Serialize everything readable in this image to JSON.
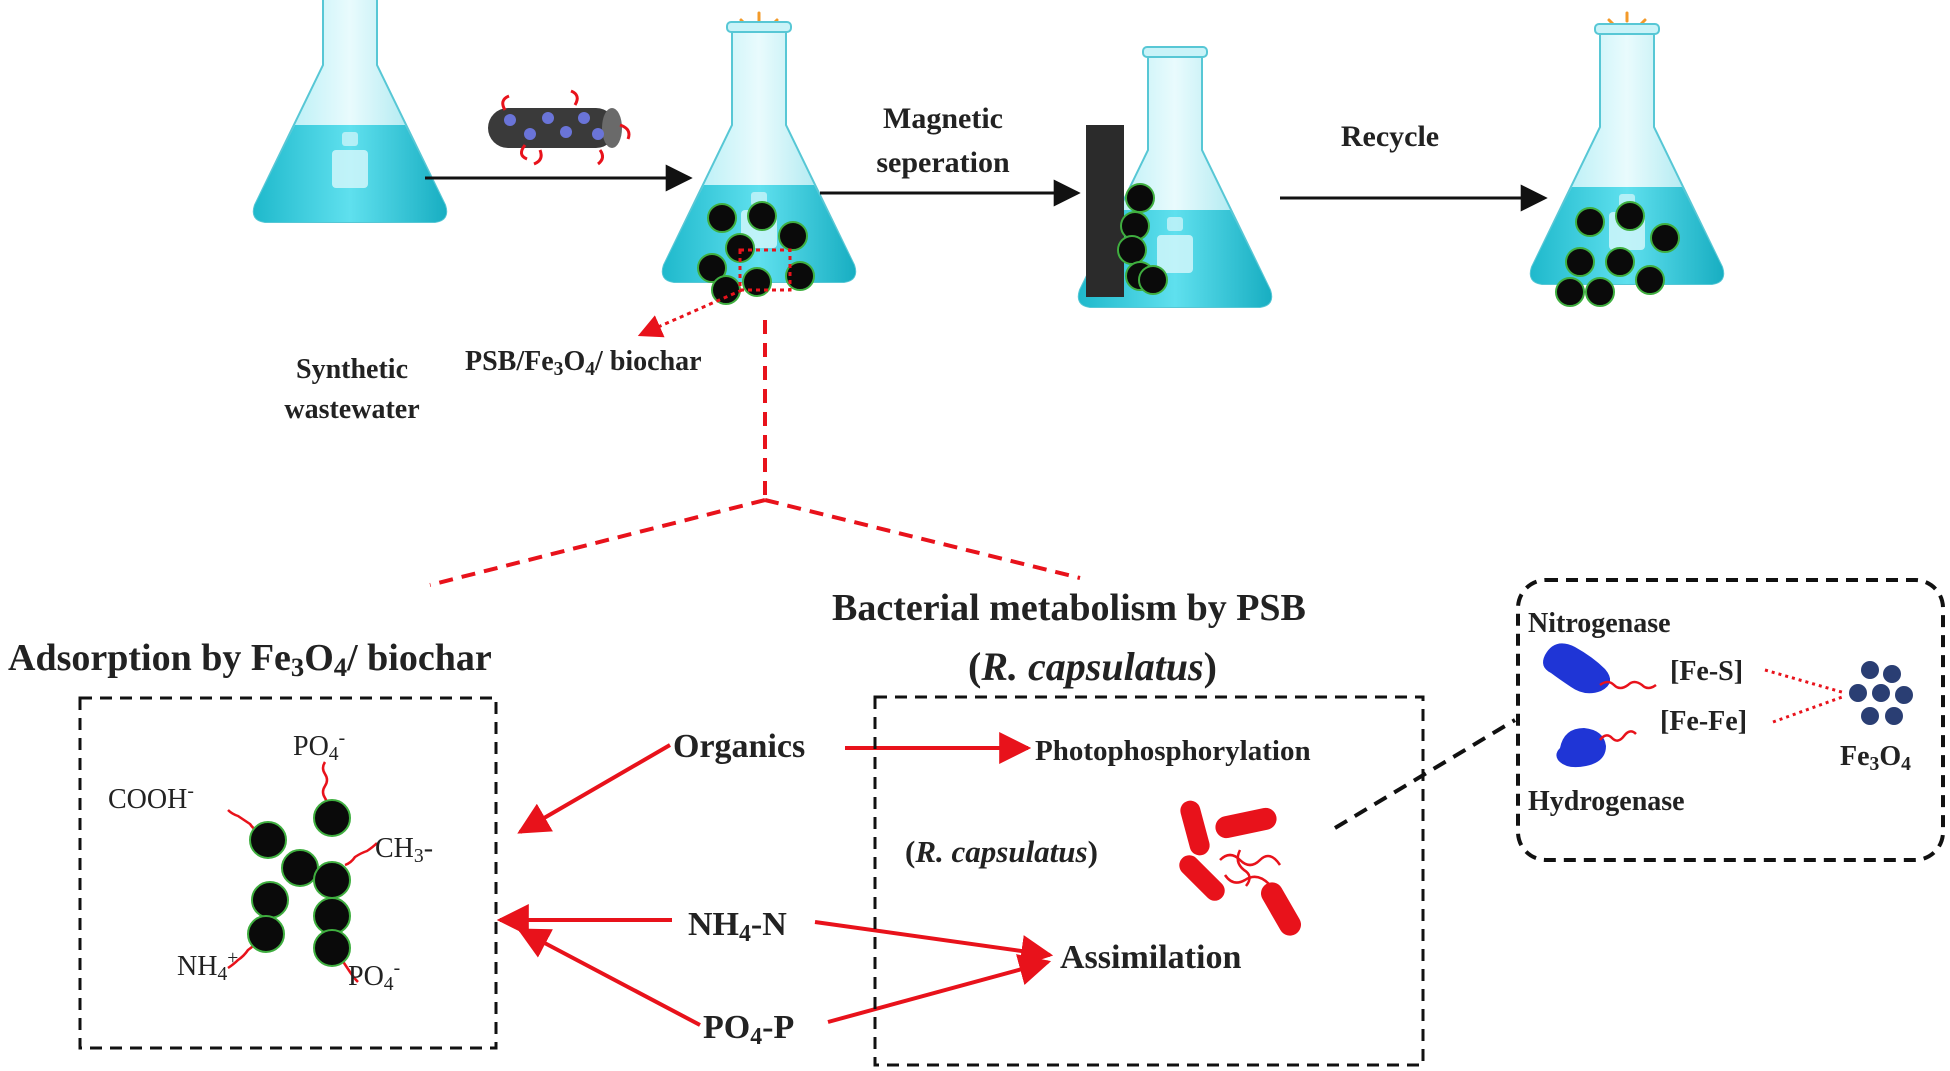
{
  "process": {
    "start_label_line1": "Synthetic",
    "start_label_line2": "wastewater",
    "composite_label_prefix": "PSB/Fe",
    "composite_label_sub1": "3",
    "composite_label_mid": "O",
    "composite_label_sub2": "4",
    "composite_label_suffix": "/ biochar",
    "step2_line1": "Magnetic",
    "step2_line2": "seperation",
    "step3": "Recycle"
  },
  "adsorption": {
    "title_prefix": "Adsorption by Fe",
    "title_sub1": "3",
    "title_mid": "O",
    "title_sub2": "4",
    "title_suffix": "/ biochar",
    "groups": {
      "po4_top": "PO",
      "po4_top_sub": "4",
      "po4_top_sup": "-",
      "cooh": "COOH",
      "cooh_sup": "-",
      "ch3": "CH",
      "ch3_sub": "3",
      "ch3_suffix": "-",
      "nh4": "NH",
      "nh4_sub": "4",
      "nh4_sup": "+",
      "po4_bottom": "PO",
      "po4_bottom_sub": "4",
      "po4_bottom_sup": "-"
    }
  },
  "metabolism": {
    "title_line1": "Bacterial  metabolism by PSB",
    "title_line2_open": "(",
    "title_line2_species": "R. capsulatus",
    "title_line2_close": ")",
    "photophosphorylation": "Photophosphorylation",
    "species_open": "(",
    "species_name": "R. capsulatus",
    "species_close": ")",
    "assimilation": "Assimilation"
  },
  "pollutants": {
    "organics": "Organics",
    "nh4_prefix": "NH",
    "nh4_sub": "4",
    "nh4_suffix": "-N",
    "po4_prefix": "PO",
    "po4_sub": "4",
    "po4_suffix": "-P"
  },
  "enzymes": {
    "nitrogenase": "Nitrogenase",
    "hydrogenase": "Hydrogenase",
    "fe_s": "[Fe-S]",
    "fe_fe": "[Fe-Fe]",
    "fe3o4_prefix": "Fe",
    "fe3o4_sub1": "3",
    "fe3o4_mid": "O",
    "fe3o4_sub2": "4"
  },
  "colors": {
    "arrow_red": "#e8121b",
    "water": "#3fd0e0",
    "particle": "#0a0a0a",
    "particle_ring": "#3fae3f",
    "enzyme_blue": "#1f35d6",
    "fe3o4_dots": "#2a3e73",
    "sun": "#f39a2a",
    "magnet": "#2b2b2b"
  }
}
